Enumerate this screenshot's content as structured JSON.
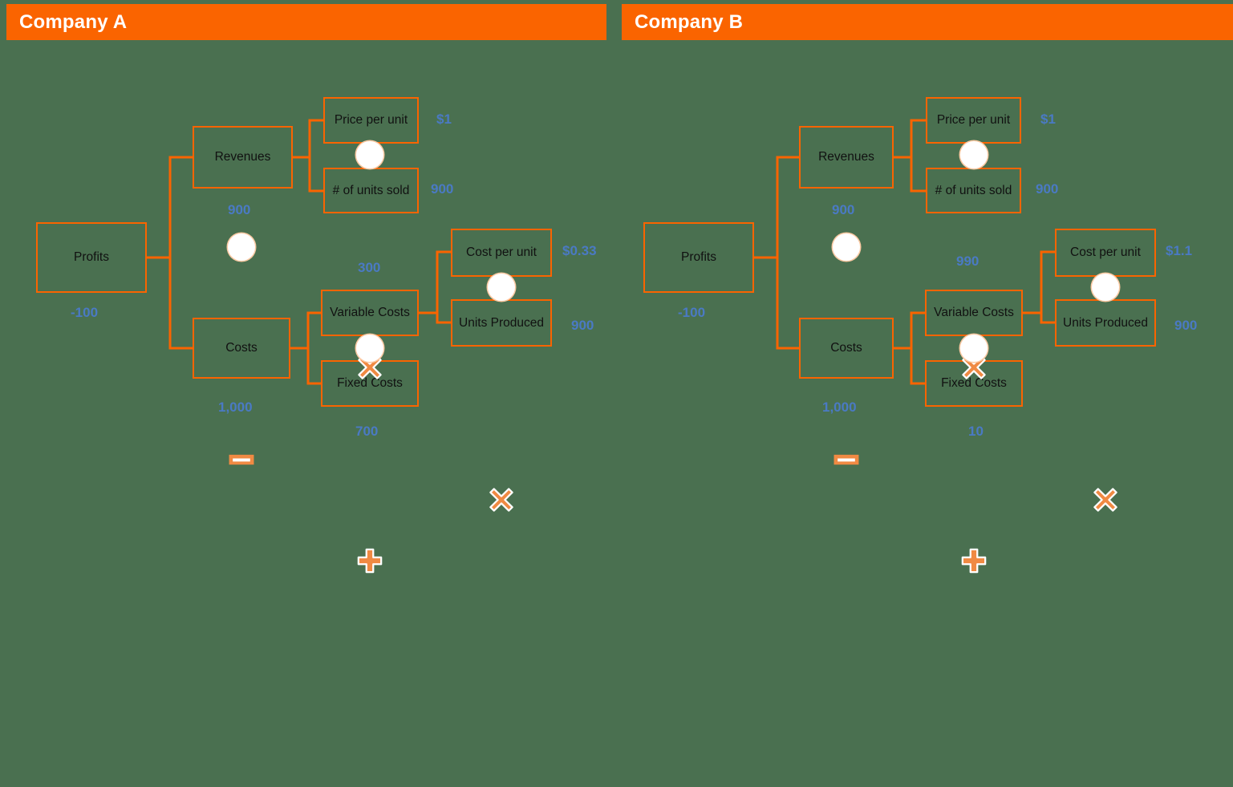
{
  "page": {
    "background_color": "#4a7050",
    "accent_color": "#FA6400",
    "value_color": "#4a7ac4",
    "header_text_color": "#ffffff"
  },
  "panels": [
    {
      "id": "company-a",
      "header": {
        "title": "Company A"
      },
      "nodes": {
        "profits": {
          "label": "Profits",
          "value": "-100"
        },
        "revenues": {
          "label": "Revenues",
          "value": "900"
        },
        "costs": {
          "label": "Costs",
          "value": "1,000"
        },
        "price_per_unit": {
          "label": "Price per unit",
          "value": "$1"
        },
        "units_sold": {
          "label": "# of units sold",
          "value": "900"
        },
        "variable_costs": {
          "label": "Variable Costs",
          "value": "300"
        },
        "fixed_costs": {
          "label": "Fixed Costs",
          "value": "700"
        },
        "cost_per_unit": {
          "label": "Cost per unit",
          "value": "$0.33"
        },
        "units_produced": {
          "label": "Units Produced",
          "value": "900"
        }
      },
      "operators": {
        "profit_op": "minus",
        "revenue_op": "multiply",
        "cost_op": "plus",
        "variable_op": "multiply"
      }
    },
    {
      "id": "company-b",
      "header": {
        "title": "Company B"
      },
      "nodes": {
        "profits": {
          "label": "Profits",
          "value": "-100"
        },
        "revenues": {
          "label": "Revenues",
          "value": "900"
        },
        "costs": {
          "label": "Costs",
          "value": "1,000"
        },
        "price_per_unit": {
          "label": "Price per unit",
          "value": "$1"
        },
        "units_sold": {
          "label": "# of units sold",
          "value": "900"
        },
        "variable_costs": {
          "label": "Variable Costs",
          "value": "990"
        },
        "fixed_costs": {
          "label": "Fixed Costs",
          "value": "10"
        },
        "cost_per_unit": {
          "label": "Cost per unit",
          "value": "$1.1"
        },
        "units_produced": {
          "label": "Units Produced",
          "value": "900"
        }
      },
      "operators": {
        "profit_op": "minus",
        "revenue_op": "multiply",
        "cost_op": "plus",
        "variable_op": "multiply"
      }
    }
  ]
}
